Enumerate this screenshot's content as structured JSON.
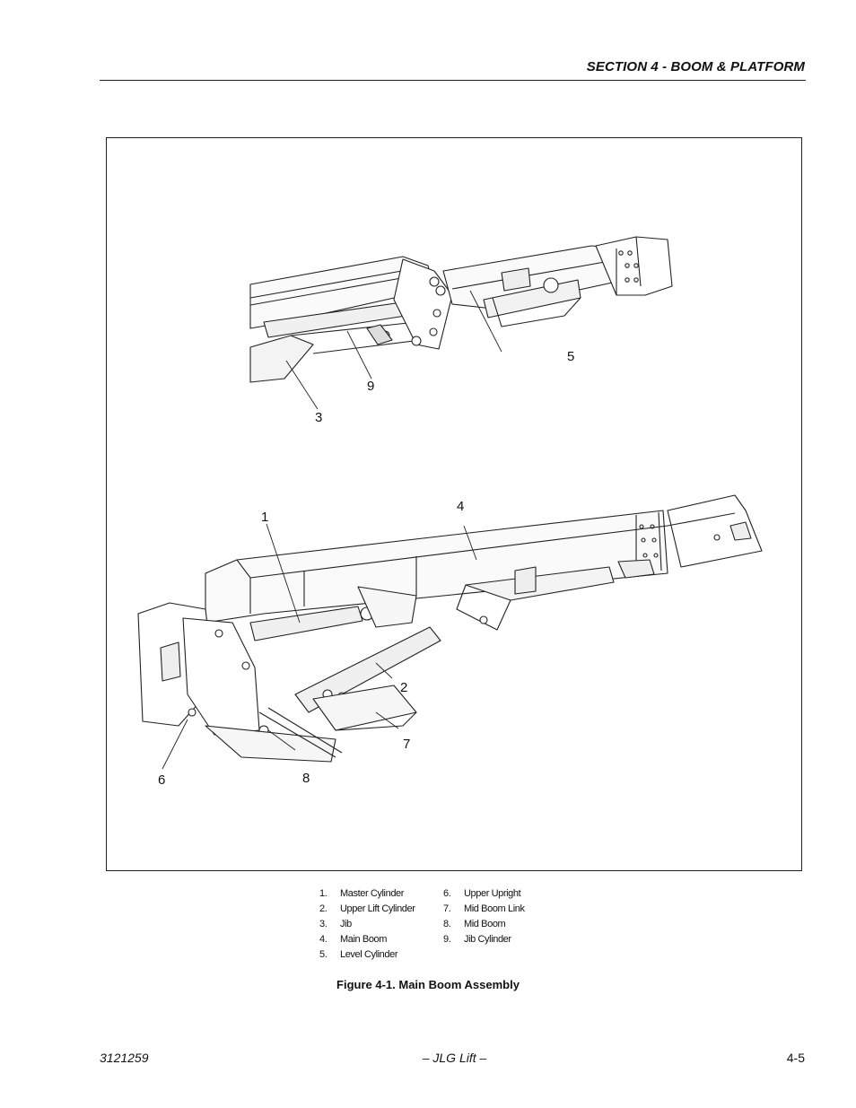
{
  "header": {
    "section_title": "SECTION 4 - BOOM & PLATFORM"
  },
  "figure": {
    "callouts": [
      "1",
      "2",
      "3",
      "4",
      "5",
      "6",
      "7",
      "8",
      "9"
    ],
    "legend": [
      {
        "num": "1.",
        "label": "Master Cylinder"
      },
      {
        "num": "2.",
        "label": "Upper Lift Cylinder"
      },
      {
        "num": "3.",
        "label": "Jib"
      },
      {
        "num": "4.",
        "label": "Main Boom"
      },
      {
        "num": "5.",
        "label": "Level Cylinder"
      },
      {
        "num": "6.",
        "label": "Upper Upright"
      },
      {
        "num": "7.",
        "label": "Mid Boom Link"
      },
      {
        "num": "8.",
        "label": "Mid Boom"
      },
      {
        "num": "9.",
        "label": "Jib Cylinder"
      }
    ],
    "caption": "Figure 4-1.  Main Boom Assembly"
  },
  "footer": {
    "doc_number": "3121259",
    "center": "– JLG Lift –",
    "page_number": "4-5"
  }
}
